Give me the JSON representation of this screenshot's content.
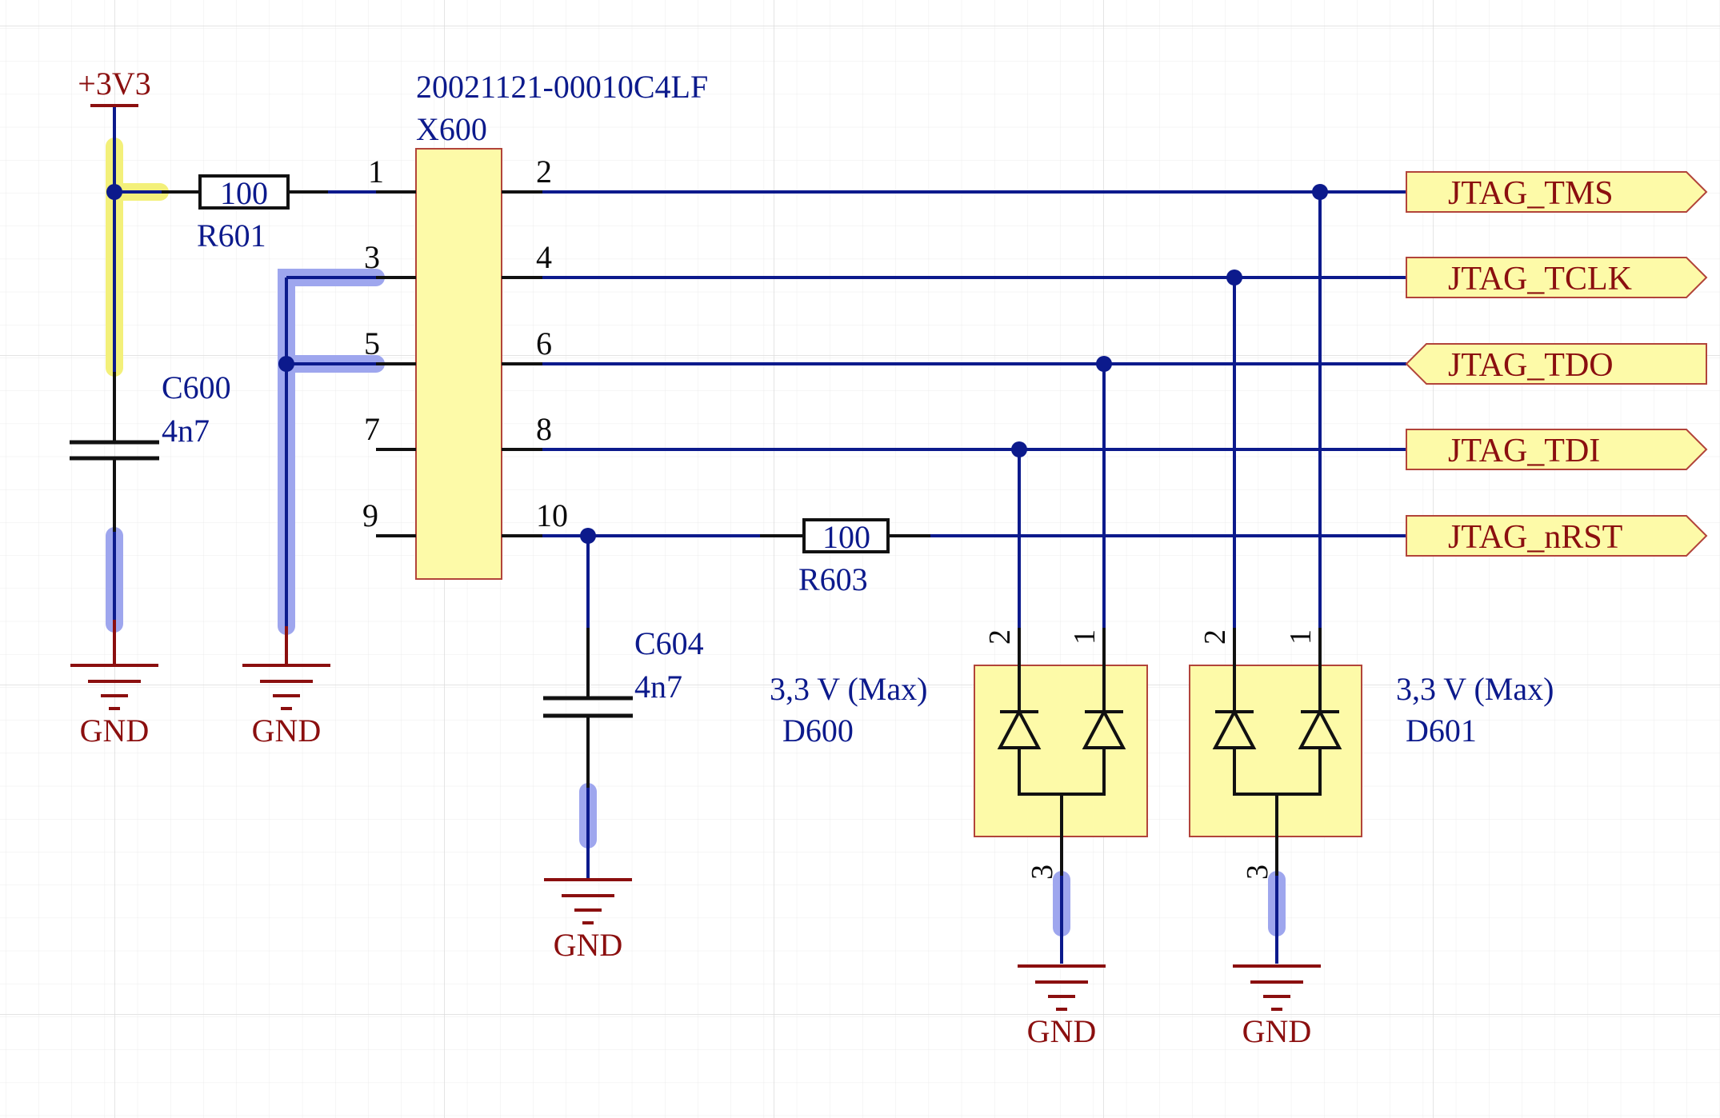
{
  "power": {
    "label": "+3V3"
  },
  "connector": {
    "part": "20021121-00010C4LF",
    "ref": "X600",
    "pins": [
      "1",
      "2",
      "3",
      "4",
      "5",
      "6",
      "7",
      "8",
      "9",
      "10"
    ]
  },
  "r601": {
    "value": "100",
    "ref": "R601"
  },
  "r603": {
    "value": "100",
    "ref": "R603"
  },
  "c600": {
    "ref": "C600",
    "value": "4n7"
  },
  "c604": {
    "ref": "C604",
    "value": "4n7"
  },
  "d600": {
    "value": "3,3 V (Max)",
    "ref": "D600",
    "pins": [
      "2",
      "1",
      "3"
    ]
  },
  "d601": {
    "value": "3,3 V (Max)",
    "ref": "D601",
    "pins": [
      "2",
      "1",
      "3"
    ]
  },
  "ports": [
    "JTAG_TMS",
    "JTAG_TCLK",
    "JTAG_TDO",
    "JTAG_TDI",
    "JTAG_nRST"
  ],
  "gnd": [
    "GND",
    "GND",
    "GND",
    "GND",
    "GND"
  ],
  "colors": {
    "wire": "#0c1a8c",
    "pin": "#111111",
    "power": "#8b0f0f",
    "body_fill": "#fdfaa8",
    "body_stroke": "#b2443a",
    "highlight_blue": "#9ea6ee",
    "highlight_yellow": "#f3f07a",
    "grid": "#e6e6e6"
  }
}
